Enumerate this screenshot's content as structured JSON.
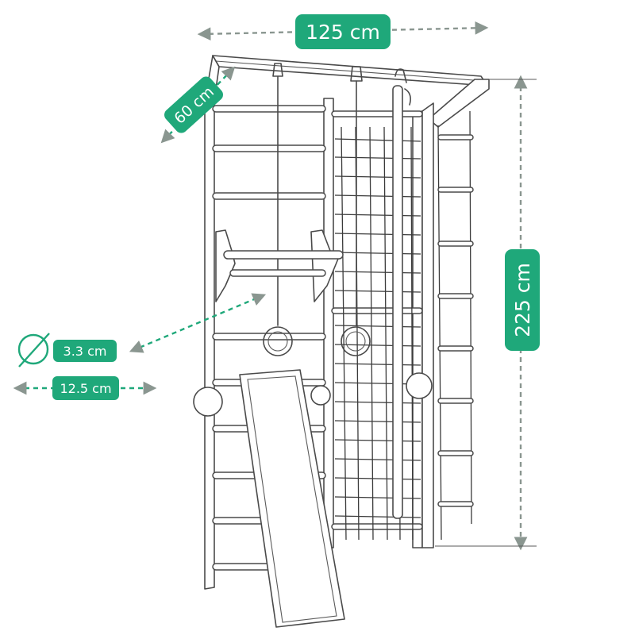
{
  "colors": {
    "accent": "#1fa87a",
    "dimension_line": "#8a9690",
    "line_art": "#4a4a4a",
    "background": "#ffffff"
  },
  "dimensions": {
    "width": "125 cm",
    "depth": "60 cm",
    "height": "225 cm",
    "bar_diameter": "3.3 cm",
    "rung_spacing": "12.5 cm"
  },
  "icons": {
    "diameter": "diameter-icon"
  }
}
